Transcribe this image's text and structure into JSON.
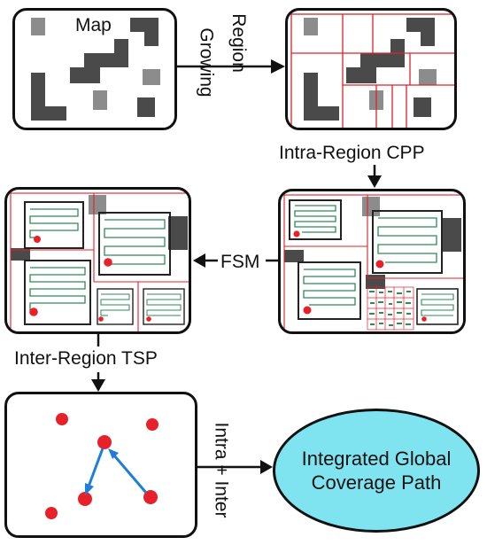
{
  "panels": {
    "map_label": "Map",
    "intra_cpp_label": "Intra-Region CPP",
    "inter_tsp_label": "Inter-Region TSP"
  },
  "arrows": {
    "region_growing_line1": "Region",
    "region_growing_line2": "Growing",
    "fsm_label": "FSM",
    "intra_inter_label": "Intra + Inter"
  },
  "result": {
    "line1": "Integrated Global",
    "line2": "Coverage Path"
  },
  "colors": {
    "obstacle_dark": "#4a4a4a",
    "obstacle_light": "#8c8c8c",
    "region_border": "#e0202a",
    "coverage_path": "#2e8b57",
    "node_red": "#e8202a",
    "tsp_edge": "#1f7fd6",
    "result_fill": "#7fe3f0"
  }
}
